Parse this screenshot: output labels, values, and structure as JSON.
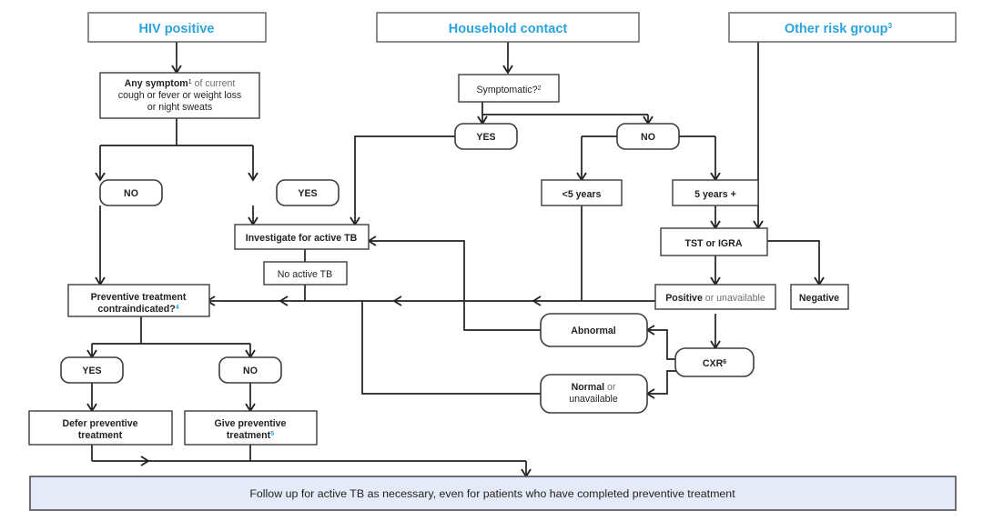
{
  "diagram": {
    "title": "TB preventive treatment decision algorithm",
    "accent_blue": "#2ba3dd",
    "banner_fill": "#e4eaf7",
    "line_color": "#231f20"
  },
  "headers": [
    {
      "id": "hiv-positive",
      "label": "HIV positive",
      "superscript": ""
    },
    {
      "id": "household-contact",
      "label": "Household contact",
      "superscript": ""
    },
    {
      "id": "other-risk-group",
      "label": "Other risk group",
      "superscript": "3"
    }
  ],
  "nodes": {
    "any_symptom": {
      "line1_bold": "Any symptom",
      "line1_sup": "1",
      "line1_rest": " of current",
      "line2": "cough or fever or weight loss",
      "line3": "or night sweats"
    },
    "symptomatic": {
      "label": "Symptomatic?",
      "superscript": "2"
    },
    "hiv_no": {
      "label": "NO"
    },
    "hiv_yes": {
      "label": "YES"
    },
    "sym_yes": {
      "label": "YES"
    },
    "sym_no": {
      "label": "NO"
    },
    "under5": {
      "label": "<5 years"
    },
    "over5": {
      "label": "5 years +"
    },
    "tst_igra": {
      "label": "TST or IGRA"
    },
    "investigate": {
      "label": "Investigate for active TB"
    },
    "no_active_tb": {
      "label": "No active TB"
    },
    "positive": {
      "bold": "Positive",
      "rest": " or unavailable"
    },
    "negative": {
      "label": "Negative"
    },
    "abnormal": {
      "label": "Abnormal"
    },
    "cxr": {
      "label": "CXR",
      "superscript": "6"
    },
    "normal": {
      "bold": "Normal",
      "rest": " or",
      "line2": "unavailable"
    },
    "contraindicated": {
      "line1": "Preventive treatment",
      "line2": "contraindicated?",
      "superscript": "4"
    },
    "contra_yes": {
      "label": "YES"
    },
    "contra_no": {
      "label": "NO"
    },
    "defer": {
      "line1": "Defer preventive",
      "line2": "treatment"
    },
    "give": {
      "line1": "Give preventive",
      "line2": "treatment",
      "superscript": "5"
    }
  },
  "banner": {
    "text": "Follow up for active TB as necessary, even for patients who have completed preventive treatment"
  }
}
